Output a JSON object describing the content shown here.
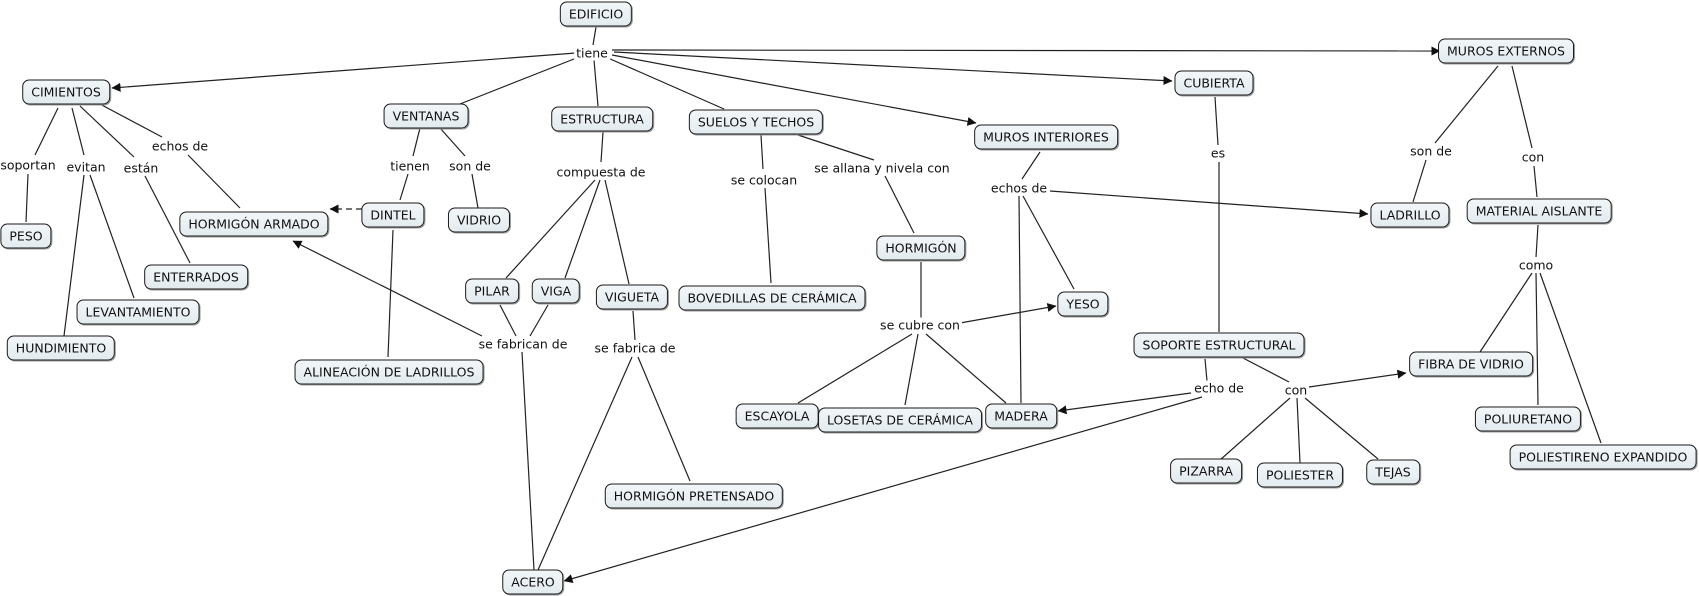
{
  "concepts": {
    "edificio": "EDIFICIO",
    "cimientos": "CIMIENTOS",
    "ventanas": "VENTANAS",
    "estructura": "ESTRUCTURA",
    "suelos_techos": "SUELOS Y TECHOS",
    "muros_interiores": "MUROS INTERIORES",
    "cubierta": "CUBIERTA",
    "muros_externos": "MUROS EXTERNOS",
    "peso": "PESO",
    "hormigon_armado": "HORMIGÓN ARMADO",
    "dintel": "DINTEL",
    "vidrio": "VIDRIO",
    "enterrados": "ENTERRADOS",
    "levantamiento": "LEVANTAMIENTO",
    "hundimiento": "HUNDIMIENTO",
    "alineacion": "ALINEACIÓN DE LADRILLOS",
    "pilar": "PILAR",
    "viga": "VIGA",
    "vigueta": "VIGUETA",
    "bovedillas": "BOVEDILLAS DE CERÁMICA",
    "hormigon": "HORMIGÓN",
    "yeso": "YESO",
    "ladrillo": "LADRILLO",
    "material_aislante": "MATERIAL AISLANTE",
    "soporte_estructural": "SOPORTE ESTRUCTURAL",
    "fibra_vidrio": "FIBRA DE VIDRIO",
    "escayola": "ESCAYOLA",
    "losetas": "LOSETAS DE CERÁMICA",
    "madera": "MADERA",
    "poliuretano": "POLIURETANO",
    "hormigon_pretensado": "HORMIGÓN PRETENSADO",
    "pizarra": "PIZARRA",
    "poliester": "POLIESTER",
    "tejas": "TEJAS",
    "poliestireno": "POLIESTIRENO EXPANDIDO",
    "acero": "ACERO"
  },
  "links": {
    "tiene": "tiene",
    "soportan": "soportan",
    "evitan": "evitan",
    "estan": "están",
    "echos_de_cim": "echos de",
    "tienen": "tienen",
    "son_de_vidrio": "son de",
    "compuesta_de": "compuesta de",
    "se_colocan": "se colocan",
    "se_allana": "se allana y nivela con",
    "echos_de_muros": "echos de",
    "es": "es",
    "son_de_ladrillo": "son de",
    "con_aislante": "con",
    "como": "como",
    "se_fabrican_de": "se fabrican de",
    "se_fabrica_de": "se fabrica de",
    "se_cubre_con": "se cubre con",
    "echo_de": "echo de",
    "con_soporte": "con"
  }
}
